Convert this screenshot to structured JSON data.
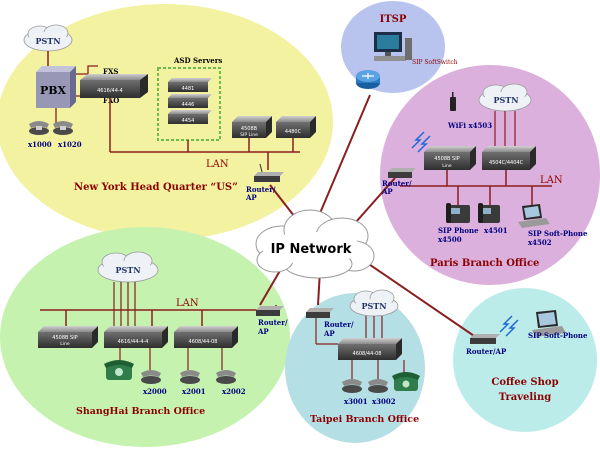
{
  "network": {
    "cloud": "IP Network"
  },
  "itsp": {
    "title": "ITSP",
    "softswitch": "SIP SoftSwitch"
  },
  "ny": {
    "title": "New York Head Quarter “US”",
    "pstn": "PSTN",
    "pbx": "PBX",
    "fxs": "FXS",
    "fxo": "FXO",
    "gw_main": "4616/44-4",
    "asd_title": "ASD Servers",
    "asd1": "4481",
    "asd2": "4446",
    "asd3": "4454",
    "gw_sip": "4508B",
    "gw_sip_sub": "SIP Line",
    "gw_right": "4480C",
    "lan": "LAN",
    "router": "Router/",
    "router2": "AP",
    "ext1": "x1000",
    "ext2": "x1020"
  },
  "paris": {
    "title": "Paris Branch Office",
    "pstn": "PSTN",
    "wifi": "WiFi x4503",
    "gw1": "4508B SIP",
    "gw1_sub": "Line",
    "gw2": "4504C/4404C",
    "lan": "LAN",
    "router": "Router/",
    "router2": "AP",
    "phone1": "SIP Phone",
    "phone1_ext": "x4500",
    "phone2": "x4501",
    "softphone": "SIP Soft-Phone",
    "softphone_ext": "x4502"
  },
  "shanghai": {
    "title": "ShangHai Branch Office",
    "pstn": "PSTN",
    "lan": "LAN",
    "gw1": "4508B SIP",
    "gw1_sub": "Line",
    "gw2": "4616/44-4-4",
    "gw3": "4608/44-08",
    "router": "Router/",
    "router2": "AP",
    "ext1": "x2000",
    "ext2": "x2001",
    "ext3": "x2002"
  },
  "taipei": {
    "title": "Taipei Branch Office",
    "pstn": "PSTN",
    "gw": "4608/44-08",
    "router": "Router/",
    "router2": "AP",
    "ext1": "x3001",
    "ext2": "x3002"
  },
  "coffee": {
    "title": "Coffee Shop",
    "title2": "Traveling",
    "router": "Router/AP",
    "softphone": "SIP Soft-Phone"
  },
  "colors": {
    "ny_zone": "#f2f2a0",
    "itsp_zone": "#b8c4ee",
    "paris_zone": "#dcb0dc",
    "shanghai_zone": "#c6f2b0",
    "taipei_zone": "#b4dfe4",
    "coffee_zone": "#bcecea",
    "wire": "#8b1e1e",
    "label_blue": "#000080",
    "label_red": "#8b0000"
  }
}
